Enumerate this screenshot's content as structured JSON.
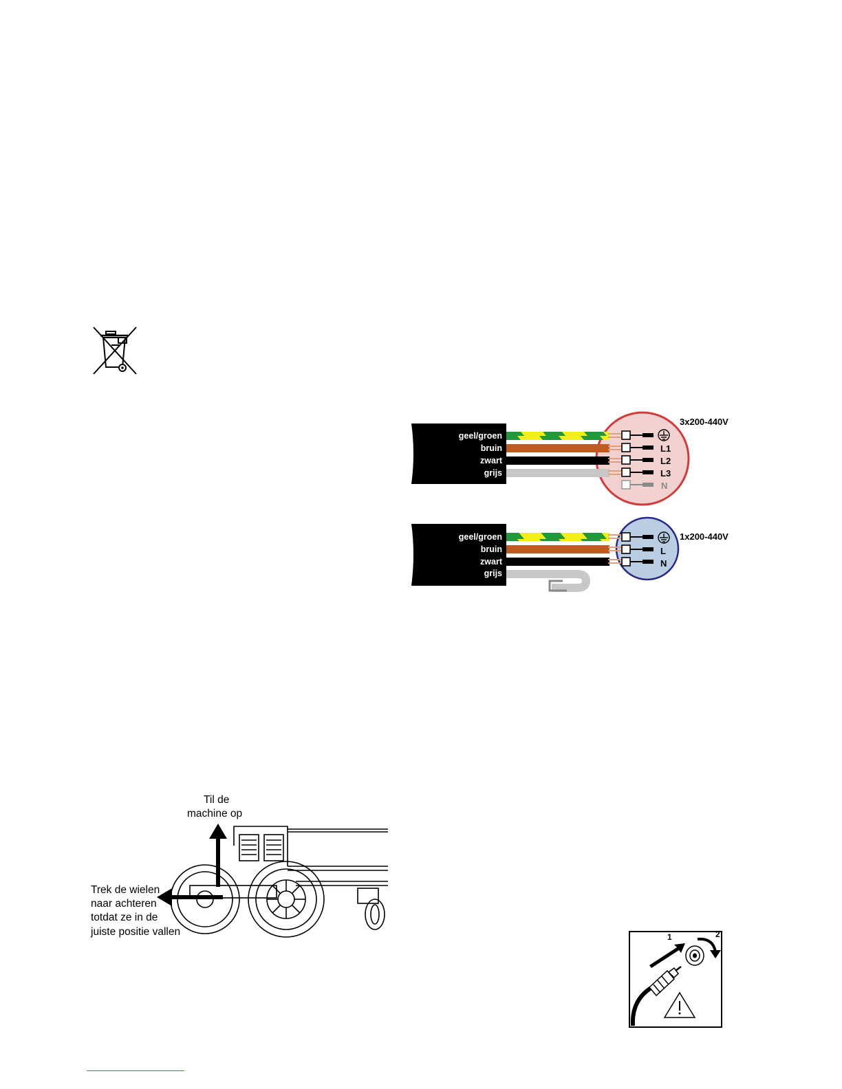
{
  "connection_3phase": {
    "voltage": "3x200-440V",
    "wires": [
      "geel/groen",
      "bruin",
      "zwart",
      "grijs"
    ],
    "terminals": [
      "L1",
      "L2",
      "L3",
      "N"
    ],
    "circle_color": "#f2d1d1",
    "circle_border": "#d33a3a"
  },
  "connection_1phase": {
    "voltage": "1x200-440V",
    "wires": [
      "geel/groen",
      "bruin",
      "zwart",
      "grijs"
    ],
    "terminals": [
      "L",
      "N"
    ],
    "circle_color": "#b9cde3",
    "circle_border": "#2a2a8a"
  },
  "wire_colors": {
    "brown": "#bf5a22",
    "black": "#000000",
    "grey": "#c7c7c7",
    "yellow": "#f2ee1a",
    "green": "#1f9a3a"
  },
  "wheel_figure": {
    "lift_label_line1": "Til de",
    "lift_label_line2": "machine op",
    "pull_label_lines": [
      "Trek de wielen",
      "naar achteren",
      "totdat ze in de",
      "juiste positie vallen"
    ]
  },
  "connector_figure": {
    "step1": "1",
    "step2": "2"
  },
  "icons": {
    "weee": "crossed-out-wheelie-bin-icon",
    "warning": "warning-triangle-icon"
  }
}
